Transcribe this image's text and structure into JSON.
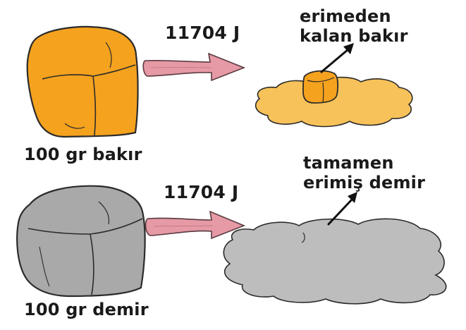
{
  "top": {
    "energy": "11704 J",
    "solid_label": "100 gr bakır",
    "annotation_line1": "erimeden",
    "annotation_line2": "kalan bakır",
    "colors": {
      "solid": "#F5A21E",
      "puddle": "#F8C25A",
      "outline": "#2b2b2b"
    }
  },
  "bottom": {
    "energy": "11704 J",
    "solid_label": "100 gr demir",
    "annotation_line1": "tamamen",
    "annotation_line2": "erimiş demir",
    "colors": {
      "solid": "#A9A9A9",
      "puddle": "#BDBDBD",
      "outline": "#2b2b2b"
    }
  },
  "arrow_color": "#E59AA5"
}
